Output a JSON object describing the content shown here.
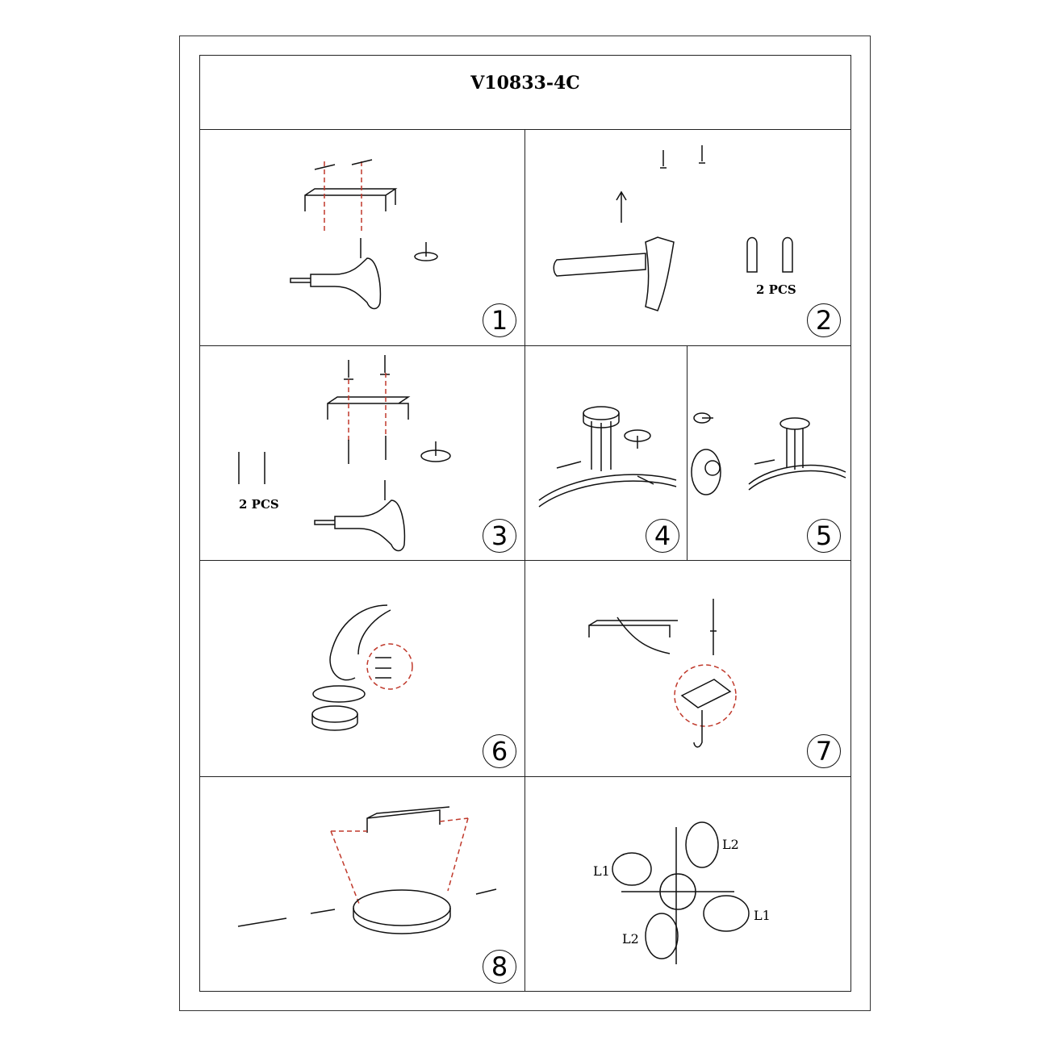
{
  "title": "V10833-4C",
  "steps": [
    "1",
    "2",
    "3",
    "4",
    "5",
    "6",
    "7",
    "8"
  ],
  "step2": {
    "qty": "2 PCS"
  },
  "step3": {
    "qty": "2 PCS"
  },
  "final": {
    "labels": [
      "L2",
      "L1",
      "L1",
      "L2"
    ]
  }
}
